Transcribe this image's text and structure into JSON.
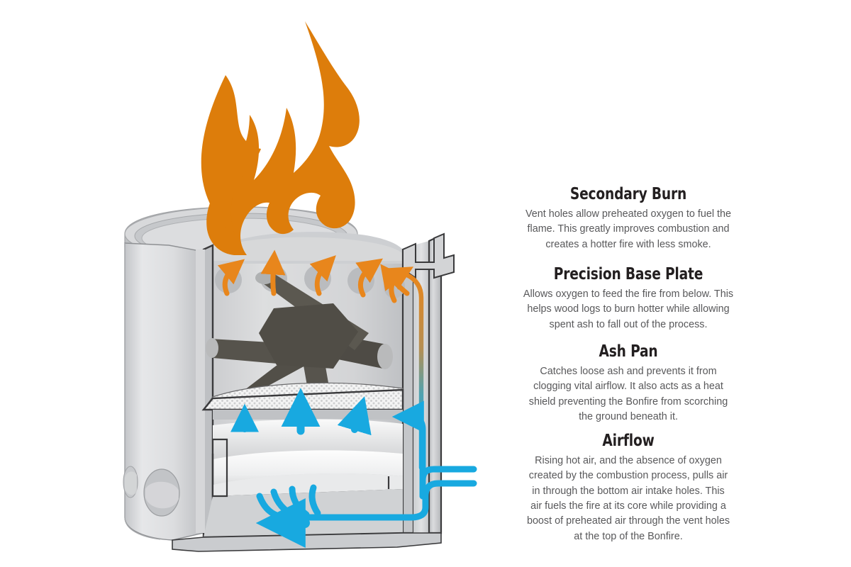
{
  "page": {
    "background_color": "#ffffff",
    "title": "Solo Stove Bonfire cutaway diagram"
  },
  "colors": {
    "flame_orange": "#DD7D0B",
    "arrow_orange": "#E8861C",
    "airflow_blue": "#18A9E0",
    "airflow_blue_light": "#7FD5F2",
    "steel_light": "#E4E5E7",
    "steel_mid": "#C9CACC",
    "steel_dark": "#AFB1B4",
    "outline_dark": "#3A3A3C",
    "log_dark": "#55524B",
    "log_cap": "#B9BABB",
    "heading_text": "#231f20",
    "body_text": "#58585a"
  },
  "diagram": {
    "name": "wood-burning-stove-cutaway",
    "flame": {
      "label": "flame",
      "color": "#DD7D0B"
    },
    "parts": [
      {
        "name": "outer-wall",
        "label": "Outer wall"
      },
      {
        "name": "inner-wall",
        "label": "Inner wall"
      },
      {
        "name": "top-rim",
        "label": "Top rim"
      },
      {
        "name": "vent-holes",
        "label": "Vent holes",
        "count": 5
      },
      {
        "name": "fire-logs",
        "label": "Wood logs",
        "count": 6
      },
      {
        "name": "base-plate",
        "label": "Precision base plate"
      },
      {
        "name": "ash-pan",
        "label": "Ash pan"
      },
      {
        "name": "bottom-intake-holes",
        "label": "Bottom air intake holes",
        "count": 2
      }
    ],
    "arrows": {
      "secondary_burn_arrows": {
        "name": "orange-vent-arrows",
        "count": 6,
        "color": "#E8861C"
      },
      "intake_arrows": {
        "name": "blue-intake-arrows",
        "count": 2,
        "color": "#18A9E0"
      },
      "base_plate_arrows": {
        "name": "blue-base-plate-arrows",
        "count": 3,
        "color": "#18A9E0"
      },
      "preheat_channel": {
        "name": "preheat-wall-channel",
        "from_color": "#18A9E0",
        "to_color": "#E8861C"
      }
    }
  },
  "features": [
    {
      "id": "secondary-burn",
      "title": "Secondary Burn",
      "lines": [
        "Vent holes allow preheated oxygen to fuel the",
        "flame. This greatly improves combustion and",
        "creates a hotter fire with less smoke."
      ]
    },
    {
      "id": "precision-base-plate",
      "title": "Precision Base Plate",
      "lines": [
        "Allows oxygen to feed the fire from below. This",
        "helps wood logs to burn hotter while allowing",
        "spent ash to fall out of the process."
      ]
    },
    {
      "id": "ash-pan",
      "title": "Ash Pan",
      "lines": [
        "Catches loose ash and prevents it from",
        "clogging vital airflow. It also acts as a heat",
        "shield preventing the Bonfire from scorching",
        "the ground beneath it."
      ]
    },
    {
      "id": "airflow",
      "title": "Airflow",
      "lines": [
        "Rising hot air, and the absence of oxygen",
        "created by the combustion process, pulls air",
        "in through the bottom air intake holes. This",
        "air fuels the fire at its core while providing a",
        "boost of preheated air through the vent holes",
        "at the top of the Bonfire."
      ]
    }
  ]
}
